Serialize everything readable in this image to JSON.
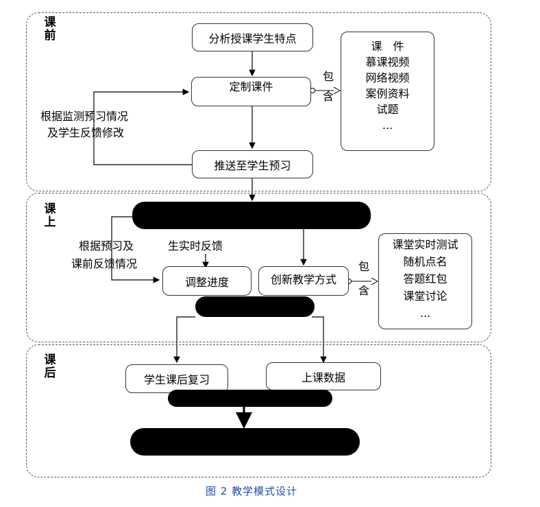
{
  "phases": {
    "before": {
      "label": "课前"
    },
    "during": {
      "label": "课上"
    },
    "after": {
      "label": "课后"
    }
  },
  "before": {
    "analyze": "分析授课学生特点",
    "customize": "定制课件",
    "push": "推送至学生预习",
    "feedback_note": [
      "根据监测预习情况",
      "及学生反馈修改"
    ],
    "contains_a": "包",
    "contains_b": "含",
    "resources": [
      "课　件",
      "慕课视频",
      "网络视频",
      "案例资料",
      "试题",
      "..."
    ]
  },
  "during": {
    "note_left": [
      "根据预习及",
      "课前反馈情况"
    ],
    "note_mid": "生实时反馈",
    "adjust": "调整进度",
    "innovate": "创新教学方式",
    "contains_a": "包",
    "contains_b": "含",
    "activities": [
      "课堂实时测试",
      "随机点名",
      "答题红包",
      "课堂讨论",
      "..."
    ]
  },
  "after": {
    "review": "学生课后复习",
    "data": "上课数据"
  },
  "caption": "图 2 教学模式设计",
  "colors": {
    "caption": "#1f4e9a",
    "border": "#555555",
    "bar": "#000000"
  }
}
